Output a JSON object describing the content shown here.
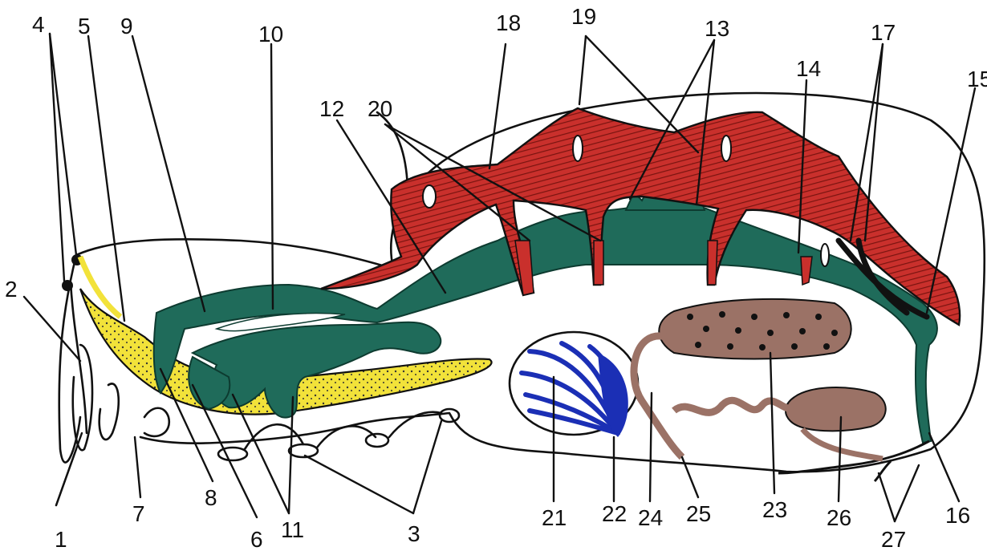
{
  "labels": {
    "l1": "1",
    "l2": "2",
    "l3": "3",
    "l4": "4",
    "l5": "5",
    "l6": "6",
    "l7": "7",
    "l8": "8",
    "l9": "9",
    "l10": "10",
    "l11": "11",
    "l12": "12",
    "l13": "13",
    "l14": "14",
    "l15": "15",
    "l16": "16",
    "l17": "17",
    "l18": "18",
    "l19": "19",
    "l20": "20",
    "l21": "21",
    "l22": "22",
    "l23": "23",
    "l24": "24",
    "l25": "25",
    "l26": "26",
    "l27": "27"
  },
  "colors": {
    "outline": "#111111",
    "muscle_red": "#c9302c",
    "muscle_dark": "#7a1410",
    "gut_green": "#1f6b5a",
    "gland_yellow": "#f2e23a",
    "gill_blue": "#1b2fb5",
    "gonad_brown": "#9b7266",
    "background": "#ffffff"
  }
}
